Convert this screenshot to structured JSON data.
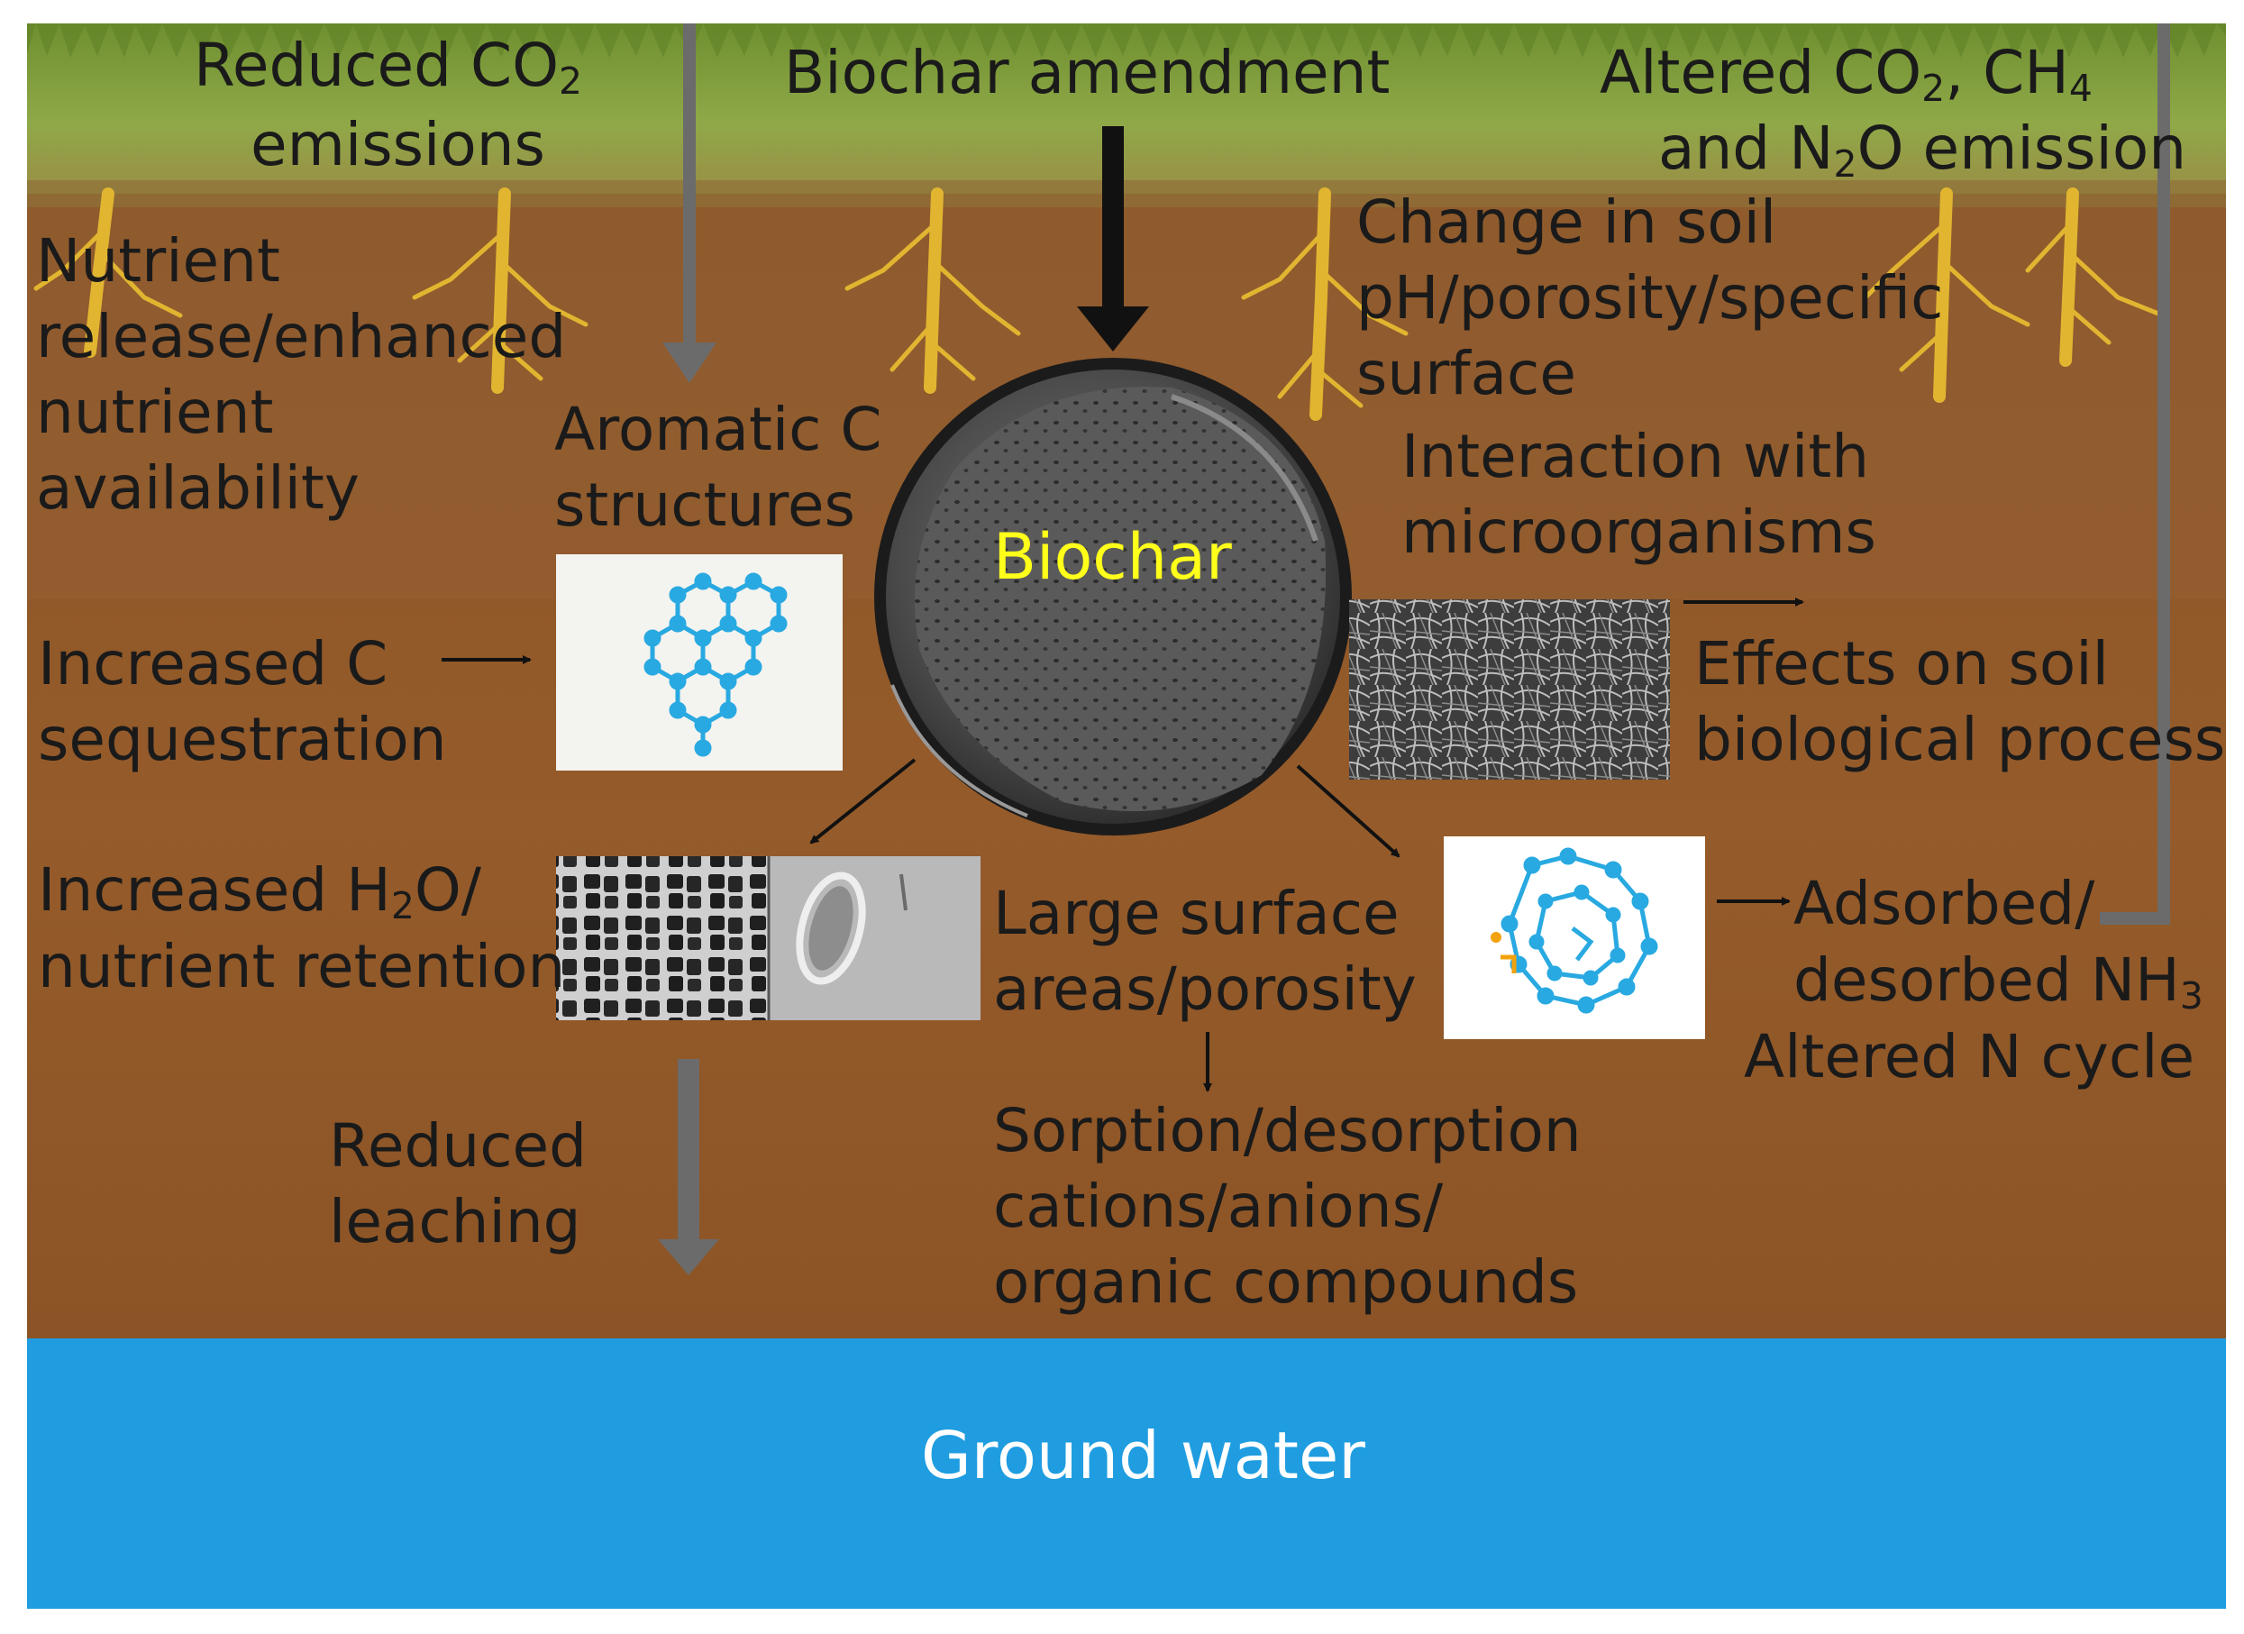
{
  "labels": {
    "reduced_co2_prefix": "Reduced CO",
    "reduced_co2_sub": "2",
    "reduced_co2_line2": "emissions",
    "biochar_amendment": "Biochar amendment",
    "altered_prefix": "Altered CO",
    "altered_sub1": "2",
    "altered_mid": ", CH",
    "altered_sub2": "4",
    "altered_line2_prefix": "and N",
    "altered_line2_sub": "2",
    "altered_line2_suffix": "O emission",
    "nutrient_release": [
      "Nutrient",
      "release/enhanced",
      "nutrient",
      "availability"
    ],
    "change_soil": [
      "Change in soil",
      "pH/porosity/specific",
      "surface"
    ],
    "aromatic": [
      "Aromatic C",
      "structures"
    ],
    "interaction": [
      "Interaction with",
      "microorganisms"
    ],
    "biochar": "Biochar",
    "increased_c": [
      "Increased C",
      "sequestration"
    ],
    "effects": [
      "Effects on soil",
      "biological process"
    ],
    "increased_h2o_prefix": "Increased H",
    "increased_h2o_sub": "2",
    "increased_h2o_suffix": "O/",
    "nutrient_retention": "nutrient retention",
    "large_surface": [
      "Large surface",
      "areas/porosity"
    ],
    "adsorbed_line1": "Adsorbed/",
    "adsorbed_line2_prefix": "desorbed NH",
    "adsorbed_line2_sub": "3",
    "adsorbed_line3": "Altered N cycle",
    "reduced_leaching": [
      "Reduced",
      "leaching"
    ],
    "sorption": [
      "Sorption/desorption",
      "cations/anions/",
      "organic compounds"
    ],
    "ground_water": "Ground water"
  },
  "colors": {
    "grass": "#7d9a3a",
    "soil_upper": "#8e5526",
    "soil_lower": "#86501f",
    "roots": "#e2b531",
    "ground_water": "#1f9de0",
    "gray_arrow": "#6b6b6b",
    "biochar_text": "#ffff1a",
    "molecule": "#29a9e1"
  }
}
